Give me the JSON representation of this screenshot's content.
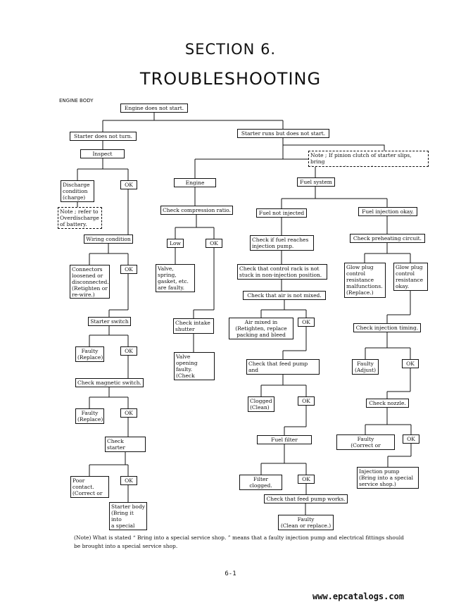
{
  "header": {
    "section": "SECTION 6.",
    "title": "TROUBLESHOOTING",
    "category": "ENGINE BODY"
  },
  "nodes": {
    "root": "Engine does not start.",
    "starter_no_turn": "Starter does not turn.",
    "starter_runs": "Starter runs but does not start.",
    "note_pinion": "Note ; If pinion clutch of starter slips, bring\nit to a special service shop.",
    "inspect_battery": "Inspect battery",
    "discharge": "Discharge\ncondition\n(charge)",
    "ok_battery": "OK",
    "note_battery": "Note ; refer to\nOverdischarge\nof battery.",
    "wiring": "Wiring condition",
    "connectors": "Connectors\nloosened or\ndisconnected.\n(Retighten or\nre-wire.)",
    "ok_wiring": "OK",
    "starter_switch": "Starter switch",
    "faulty_switch": "Faulty\n(Replace)",
    "ok_switch": "OK",
    "magnetic_switch": "Check magnetic switch.",
    "faulty_magnetic": "Faulty\n(Replace)",
    "ok_magnetic": "OK",
    "check_brushes": "Check starter\nbrushes.",
    "poor_contact": "Poor contact.\n(Correct or\nreplace.)",
    "ok_brushes": "OK",
    "starter_body": "Starter body\n(Bring it into\na special\nservice shop.)",
    "engine_proper": "Engine proper",
    "compression": "Check compression ratio.",
    "low": "Low",
    "ok_compression": "OK",
    "valve_faulty": "Valve, spring,\ngasket, etc.\nare faulty.\n(overhaul)",
    "check_intake": "Check intake\nshutter valve.",
    "valve_opening": "Valve opening\nfaulty. (Check\nand repair\nlinkage.)",
    "fuel_system": "Fuel system",
    "fuel_not_injected": "Fuel not injected",
    "fuel_injection_ok": "Fuel injection okay.",
    "check_fuel_reaches": "Check if fuel reaches\ninjection pump.",
    "check_control_rack": "Check that control rack is not\nstuck in non-injection position.",
    "check_air": "Check that air is not mixed.",
    "air_mixed": "Air mixed in\n(Retighten, replace\npacking and bleed air.)",
    "ok_air": "OK",
    "check_feed_strainer": "Check that feed pump and\nstrainer are not clogged.",
    "clogged": "Clogged\n(Clean)",
    "ok_clogged": "OK",
    "fuel_filter": "Fuel filter clogged.",
    "filter_clogged": "Filter clogged.\n(Replace.)",
    "ok_filter": "OK",
    "check_feed_works": "Check that feed pump works.",
    "faulty_feed": "Faulty\n(Clean or replace.)",
    "check_preheating": "Check preheating circuit.",
    "glow_faulty": "Glow plug\ncontrol\nresistance\nmalfunctions.\n(Replace.)",
    "glow_ok": "Glow plug\ncontrol\nresistance\nokay.",
    "check_timing": "Check injection timing.",
    "faulty_timing": "Faulty\n(Adjust)",
    "ok_timing": "OK",
    "check_nozzle": "Check nozzle.",
    "faulty_nozzle": "Faulty\n(Correct or replace.)",
    "ok_nozzle": "OK",
    "injection_pump": "Injection pump\n(Bring into a special\nservice shop.)"
  },
  "footer": {
    "note": "(Note)  What is stated “ Bring into a special service shop. ” means that a faulty injection pump and electrical fittings should be brought into a special service shop.",
    "page": "6-1",
    "watermark": "www.epcatalogs.com"
  }
}
